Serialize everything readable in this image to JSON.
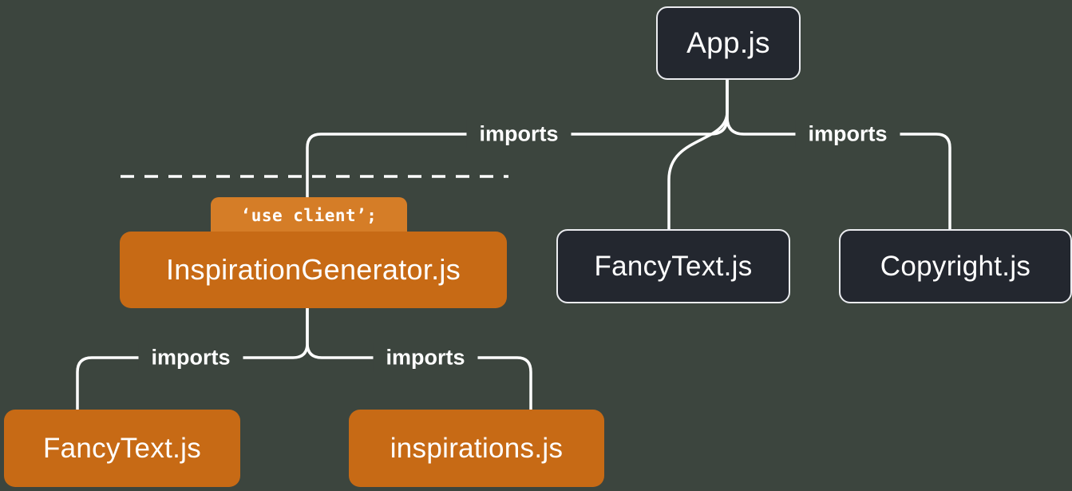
{
  "colors": {
    "background": "#3c453e",
    "server_box": "#23272f",
    "server_box_border": "#ebecf0",
    "client_box": "#c76a15",
    "directive_badge": "#d57d27",
    "line": "#ffffff",
    "text": "#ffffff"
  },
  "nodes": {
    "app": {
      "label": "App.js"
    },
    "fancy_text_server": {
      "label": "FancyText.js"
    },
    "copyright": {
      "label": "Copyright.js"
    },
    "inspiration_generator": {
      "label": "InspirationGenerator.js",
      "directive": "‘use client’;"
    },
    "fancy_text_client": {
      "label": "FancyText.js"
    },
    "inspirations": {
      "label": "inspirations.js"
    }
  },
  "edges": {
    "app_to_inspiration_generator": {
      "label": "imports"
    },
    "app_to_fancy_text": {
      "label": ""
    },
    "app_to_copyright": {
      "label": "imports"
    },
    "inspiration_generator_to_fancy_text": {
      "label": "imports"
    },
    "inspiration_generator_to_inspirations": {
      "label": "imports"
    }
  }
}
